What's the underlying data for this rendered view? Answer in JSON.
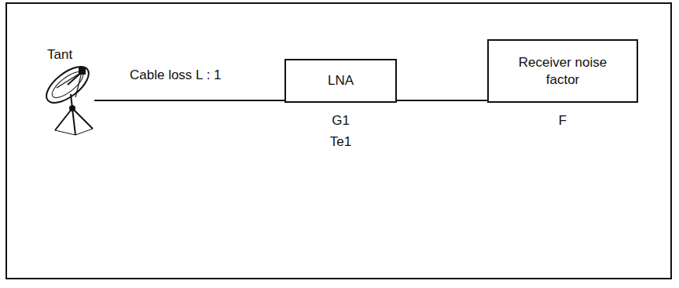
{
  "diagram": {
    "nodes": [
      {
        "text": [
          "LNA",
          "G1",
          "Te1"
        ]
      },
      {
        "text": [
          "Receiver noise factor",
          "F"
        ]
      }
    ],
    "edges": [
      {
        "from": 0,
        "to": 1,
        "arrow": "none"
      }
    ],
    "labels": [
      "Tant",
      "Cable loss L : 1"
    ]
  }
}
